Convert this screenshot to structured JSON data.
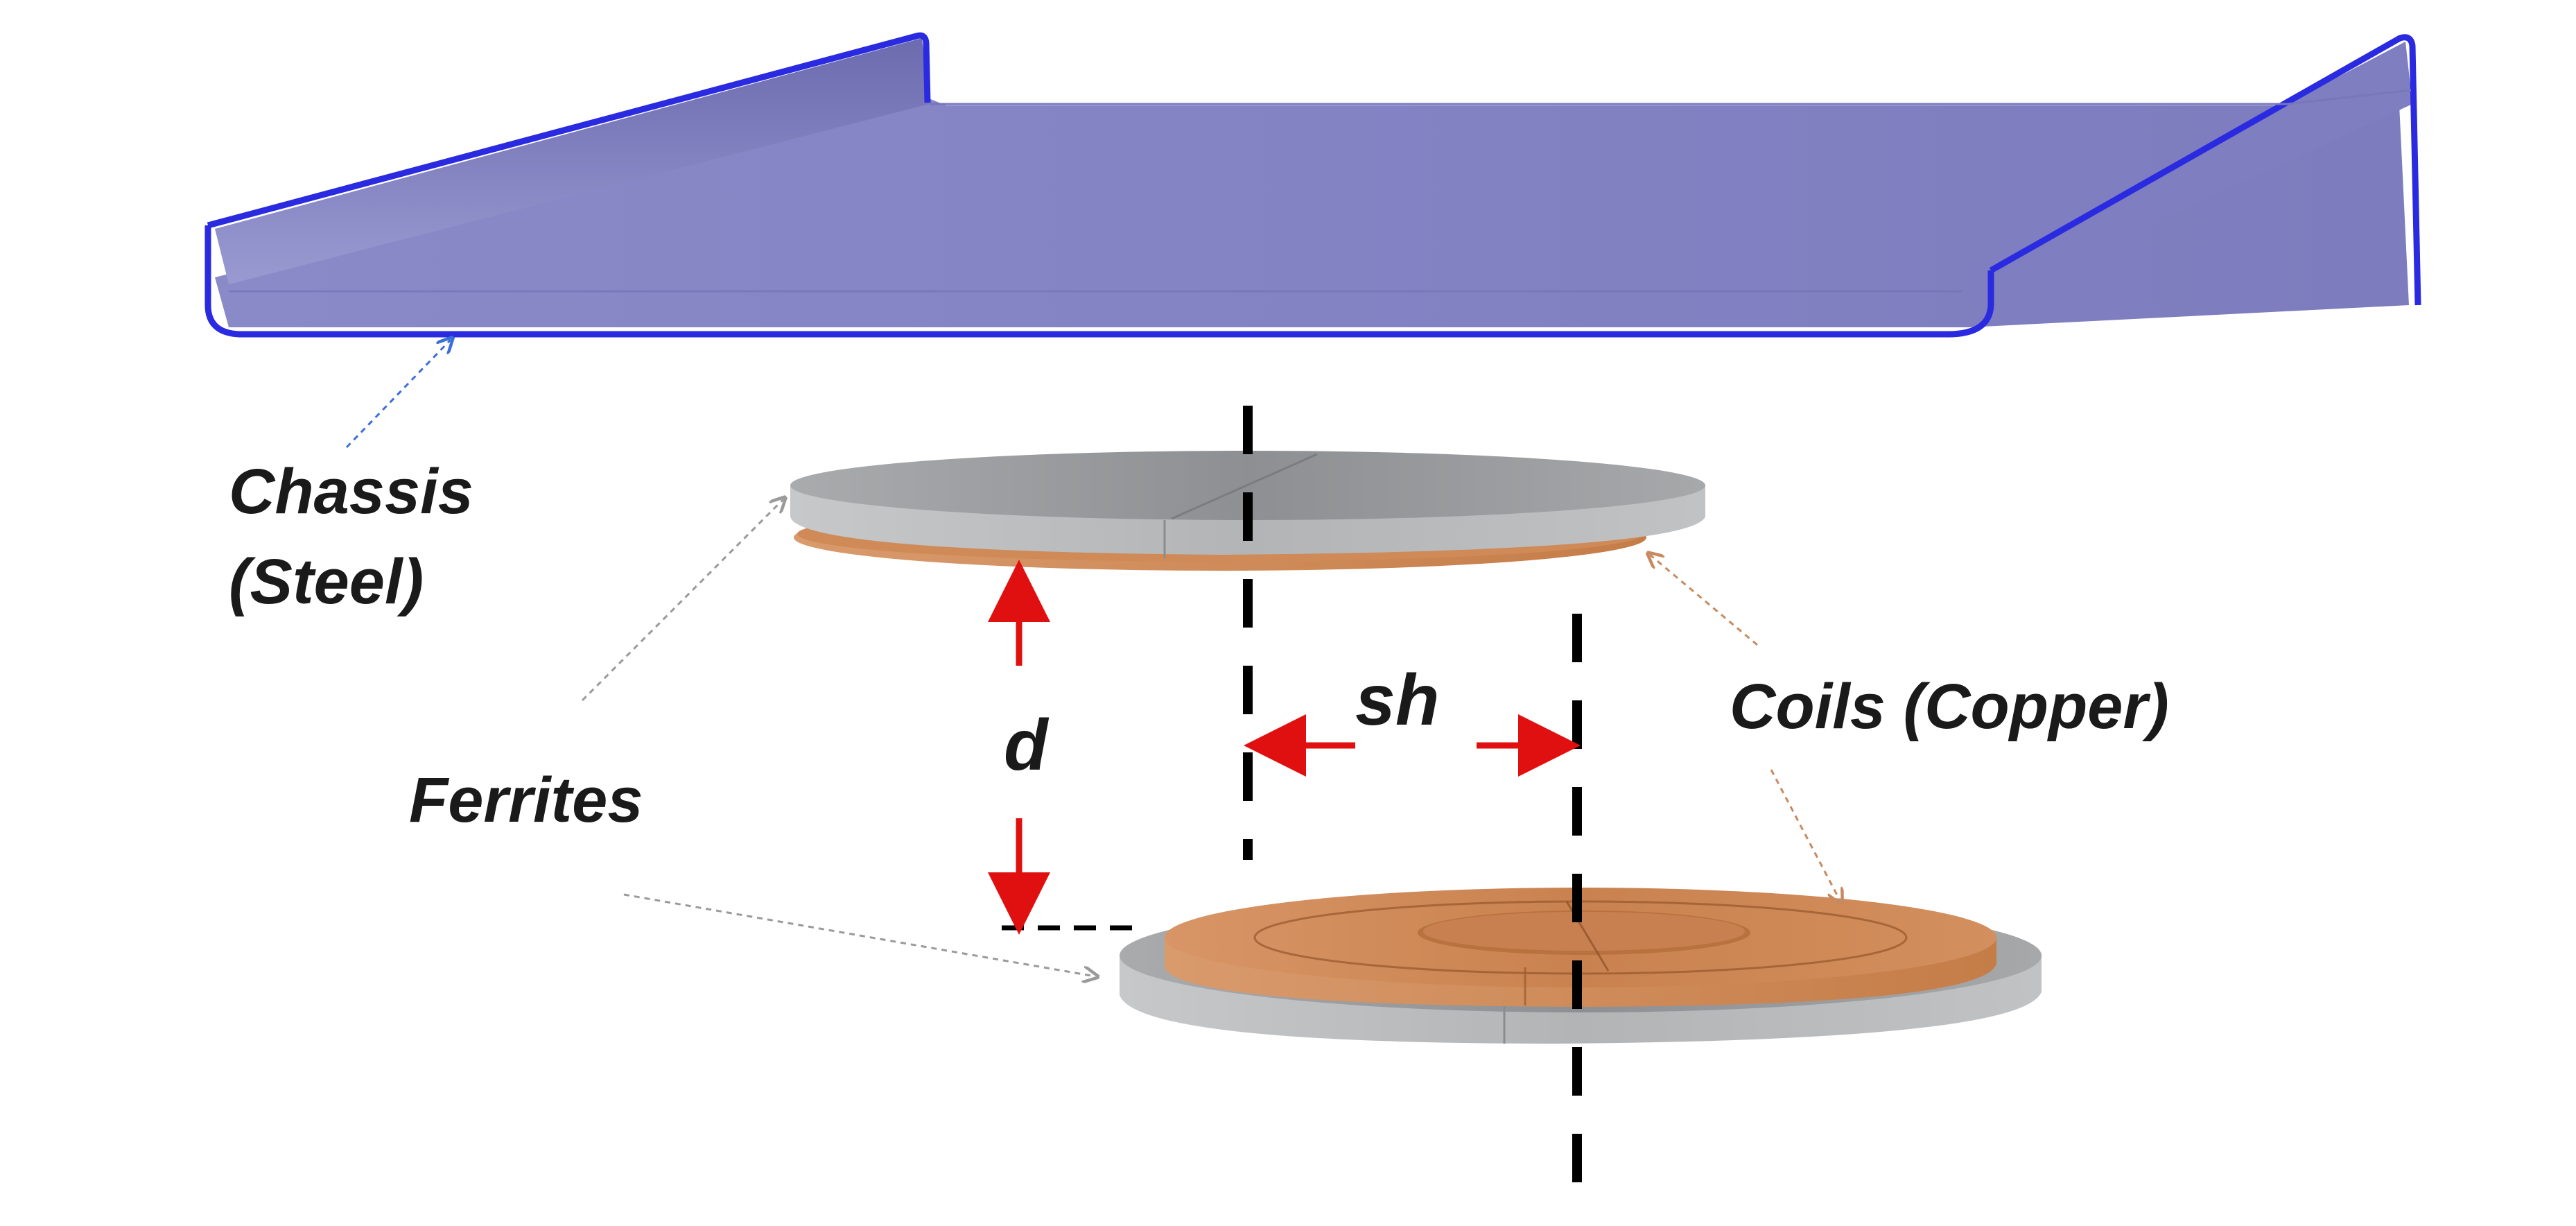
{
  "labels": {
    "chassis_line1": "Chassis",
    "chassis_line2": "(Steel)",
    "ferrites": "Ferrites",
    "coils": "Coils (Copper)",
    "distance": "d",
    "shift": "sh"
  },
  "colors": {
    "chassis_fill": "#8585c6",
    "chassis_edge": "#2a2ae0",
    "ferrite": "#b4b6b8",
    "copper": "#d08a55",
    "dimension_arrow": "#e01010",
    "axis_line": "#000000",
    "pointer_chassis": "#3b6fd8",
    "pointer_ferrite": "#9a9a9a",
    "pointer_coil": "#c78a60"
  }
}
